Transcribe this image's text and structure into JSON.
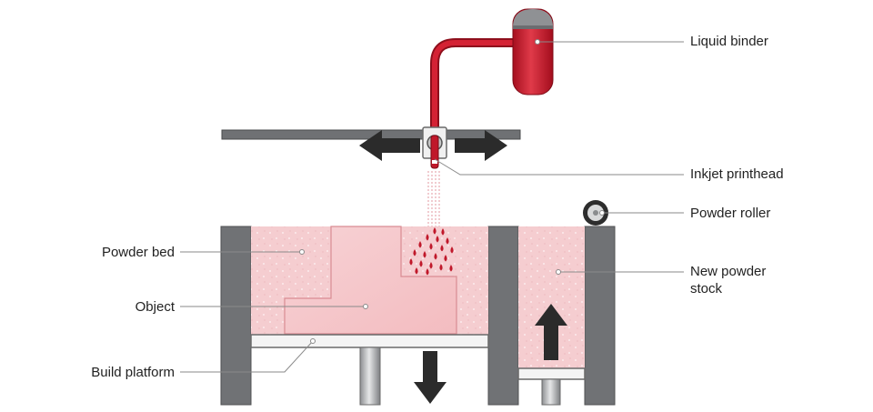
{
  "colors": {
    "binder_red": "#c0182a",
    "powder_pink": "#f4c9cb",
    "object_pink": "#f1b7bb",
    "wall_grey": "#707275",
    "leader_grey": "#8a8a8a",
    "arrow_black": "#2b2b2b"
  },
  "labels": {
    "liquid_binder": "Liquid binder",
    "inkjet_printhead": "Inkjet printhead",
    "powder_roller": "Powder roller",
    "powder_bed": "Powder bed",
    "new_powder_stock_line1": "New powder",
    "new_powder_stock_line2": "stock",
    "object": "Object",
    "build_platform": "Build platform"
  },
  "icons": {
    "printhead_left": "arrow-left-icon",
    "printhead_right": "arrow-right-icon",
    "platform_down": "arrow-down-icon",
    "stock_up": "arrow-up-icon"
  }
}
